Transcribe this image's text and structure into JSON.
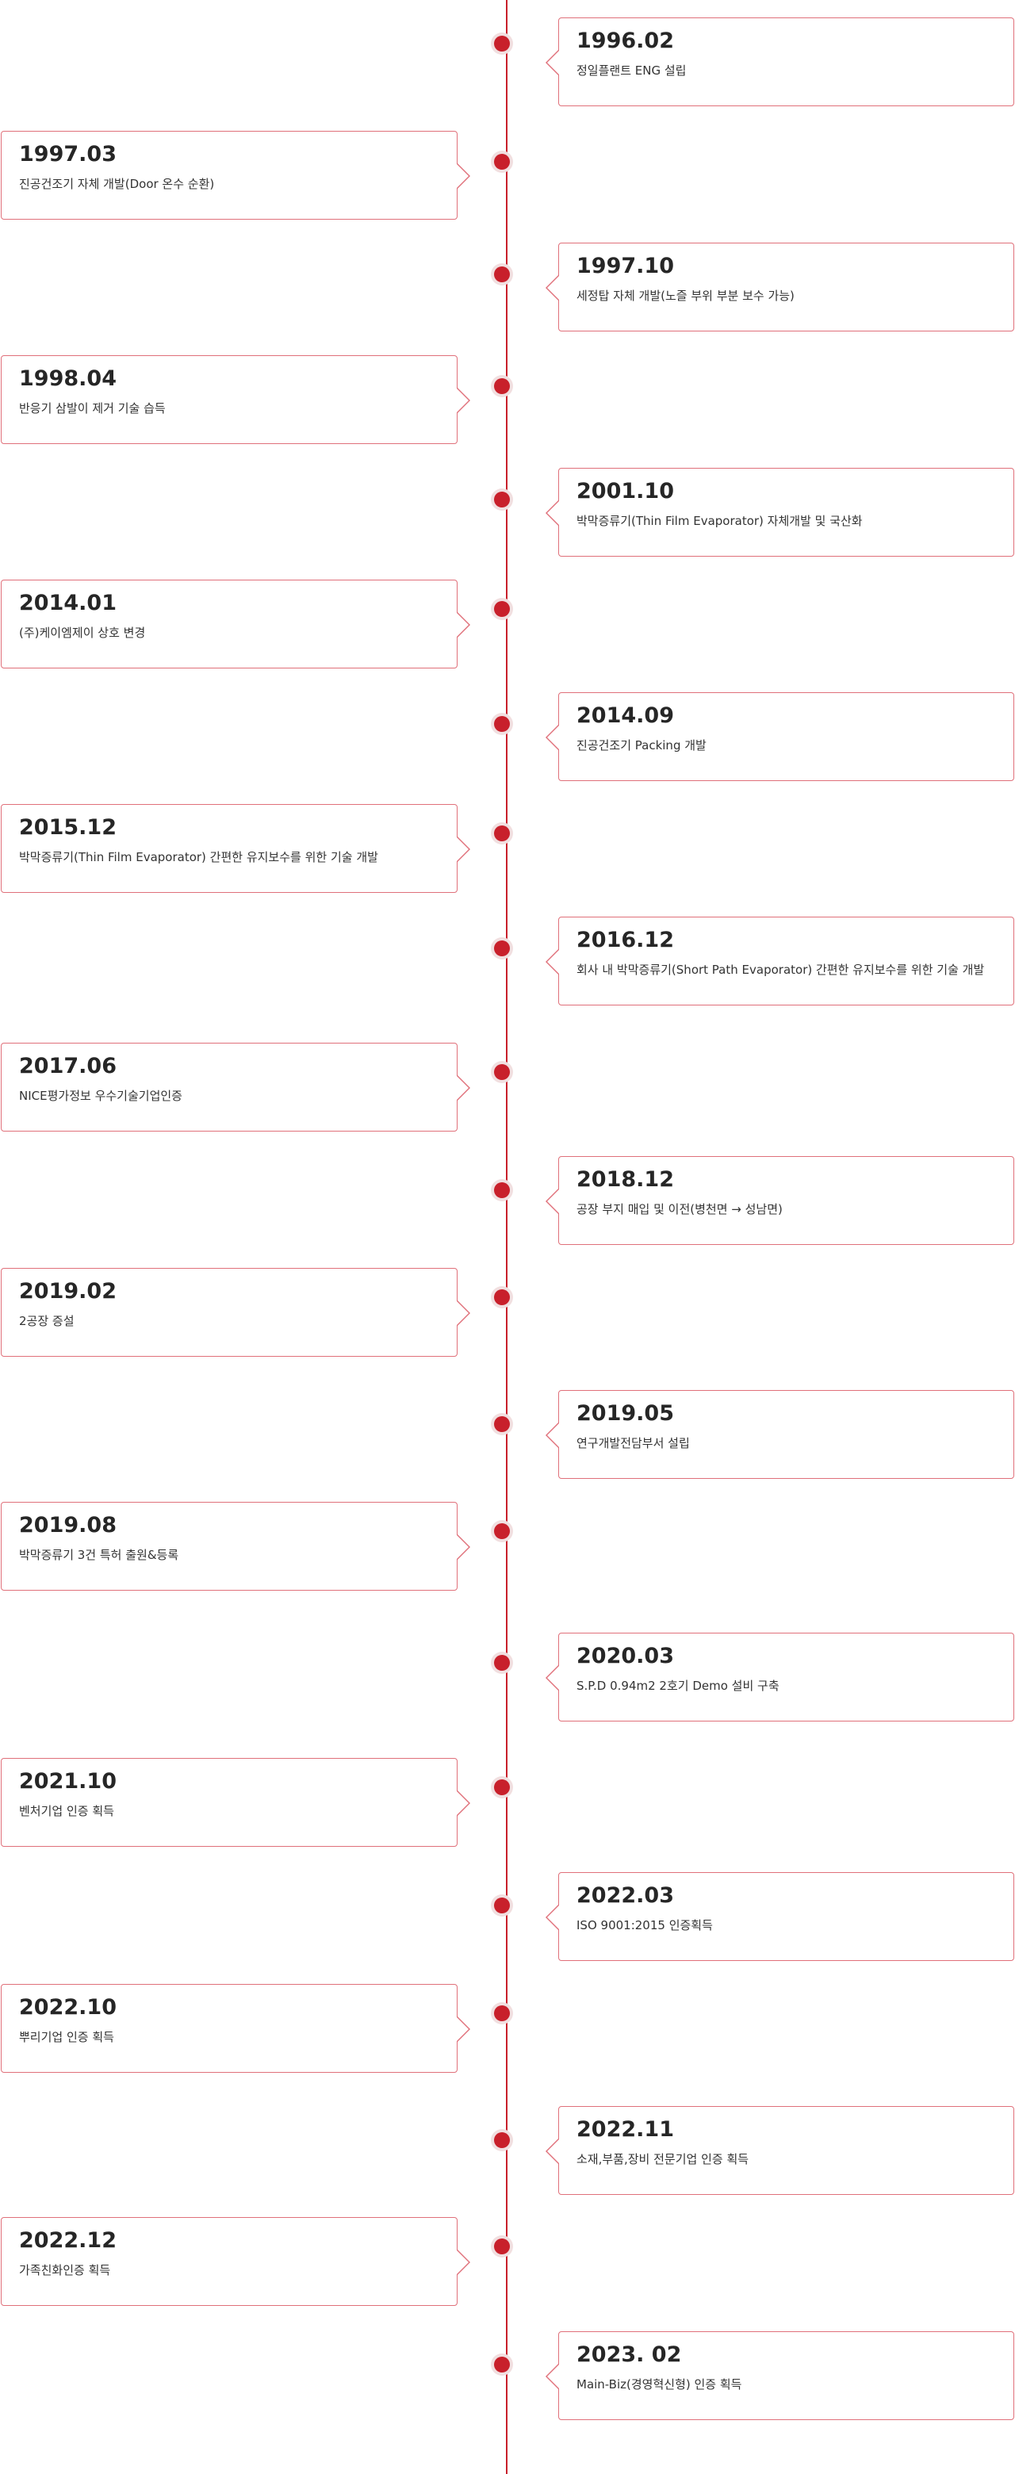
{
  "history": {
    "events": [
      {
        "date": "1996.02",
        "text": "정일플랜트 ENG 설립"
      },
      {
        "date": "1997.03",
        "text": "진공건조기 자체 개발(Door 온수 순환)"
      },
      {
        "date": "1997.10",
        "text": "세정탑 자체 개발(노즐 부위 부분 보수 가능)"
      },
      {
        "date": "1998.04",
        "text": "반응기 삼발이 제거 기술 습득"
      },
      {
        "date": "2001.10",
        "text": "박막증류기(Thin Film Evaporator) 자체개발 및 국산화"
      },
      {
        "date": "2014.01",
        "text": "(주)케이엠제이 상호 변경"
      },
      {
        "date": "2014.09",
        "text": "진공건조기 Packing 개발"
      },
      {
        "date": "2015.12",
        "text": "박막증류기(Thin Film Evaporator) 간편한 유지보수를 위한 기술 개발"
      },
      {
        "date": "2016.12",
        "text": "회사 내 박막증류기(Short Path Evaporator) 간편한 유지보수를 위한 기술 개발"
      },
      {
        "date": "2017.06",
        "text": "NICE평가정보 우수기술기업인증"
      },
      {
        "date": "2018.12",
        "text": "공장 부지 매입 및 이전(병천면 → 성남면)"
      },
      {
        "date": "2019.02",
        "text": "2공장 증설"
      },
      {
        "date": "2019.05",
        "text": "연구개발전담부서 설립"
      },
      {
        "date": "2019.08",
        "text": "박막증류기 3건 특허 출원&등록"
      },
      {
        "date": "2020.03",
        "text": "S.P.D 0.94m2 2호기 Demo 설비 구축"
      },
      {
        "date": "2021.10",
        "text": "벤처기업 인증 획득"
      },
      {
        "date": "2022.03",
        "text": "ISO 9001:2015 인증획득"
      },
      {
        "date": "2022.10",
        "text": "뿌리기업 인증 획득"
      },
      {
        "date": "2022.11",
        "text": "소재,부품,장비 전문기업 인증 획득"
      },
      {
        "date": "2022.12",
        "text": "가족친화인증 획득"
      },
      {
        "date": "2023. 02",
        "text": "Main-Biz(경영혁신형) 인증 획득"
      }
    ]
  },
  "colors": {
    "accent": "#c8202b",
    "card_border": "#e0707a",
    "dot_halo": "#f1dfe0",
    "text": "#262626"
  }
}
